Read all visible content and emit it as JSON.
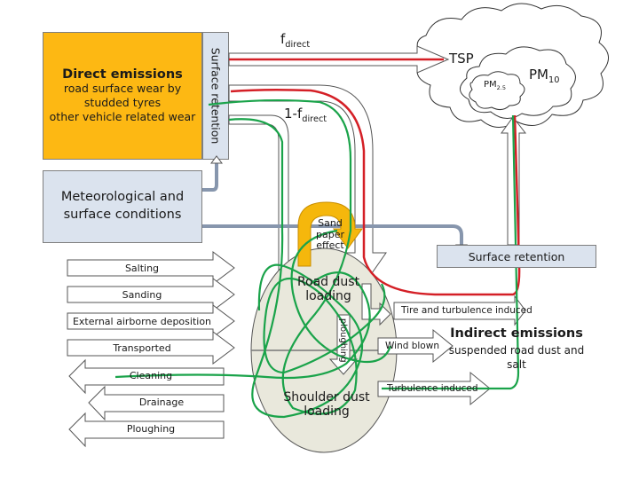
{
  "direct_emissions": {
    "title": "Direct emissions",
    "lines": [
      "road surface wear by",
      "studded tyres",
      "other vehicle related wear"
    ]
  },
  "surface_retention_top": "Surface retention",
  "surface_retention_bottom": "Surface retention",
  "meteorological": {
    "line1": "Meteorological and",
    "line2": "surface conditions"
  },
  "flow_labels": {
    "f_direct": {
      "base": "f",
      "sub": "direct"
    },
    "one_minus_f_direct": {
      "base": "1-f",
      "sub": "direct"
    }
  },
  "cloud": {
    "tsp": "TSP",
    "pm10": {
      "base": "PM",
      "sub": "10"
    },
    "pm25": {
      "base": "PM",
      "sub": "2.5"
    }
  },
  "sandpaper": [
    "Sand",
    "paper",
    "effect"
  ],
  "road_dust": {
    "line1": "Road dust",
    "line2": "loading"
  },
  "shoulder_dust": {
    "line1": "Shoulder dust",
    "line2": "loading"
  },
  "ploughing_vertical": "ploughing",
  "inputs": [
    "Salting",
    "Sanding",
    "External airborne deposition",
    "Transported"
  ],
  "outputs": [
    "Cleaning",
    "Drainage",
    "Ploughing"
  ],
  "suspension_arrows": [
    "Tire and turbulence induced",
    "Wind blown",
    "Turbulence induced"
  ],
  "indirect_emissions": {
    "title": "Indirect emissions",
    "sub_line1": "suspended road dust and",
    "sub_line2": "salt"
  },
  "colors": {
    "emission_box": "#fdb813",
    "retention_box": "#dbe3ee",
    "dust_ellipse": "#e9e8dc",
    "red_path": "#d41f26",
    "green_path": "#1aa34a",
    "outline": "#7f7f7f"
  }
}
